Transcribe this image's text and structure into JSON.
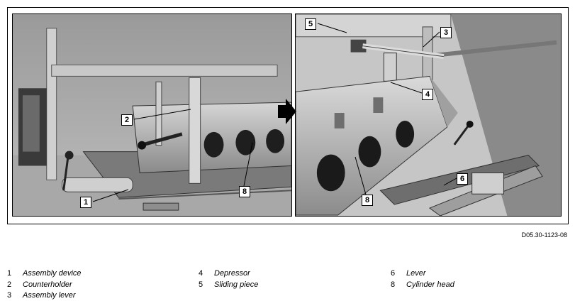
{
  "figure": {
    "callouts_left": [
      "2",
      "1",
      "8"
    ],
    "callouts_right": [
      "5",
      "3",
      "4",
      "6",
      "8"
    ],
    "arrow_icon": "right-arrow-icon"
  },
  "document_code": "D05.30-1123-08",
  "legend": {
    "col1": [
      {
        "num": "1",
        "text": "Assembly device"
      },
      {
        "num": "2",
        "text": "Counterholder"
      },
      {
        "num": "3",
        "text": "Assembly lever"
      }
    ],
    "col2": [
      {
        "num": "4",
        "text": "Depressor"
      },
      {
        "num": "5",
        "text": "Sliding piece"
      }
    ],
    "col3": [
      {
        "num": "6",
        "text": "Lever"
      },
      {
        "num": "8",
        "text": "Cylinder head"
      }
    ]
  }
}
